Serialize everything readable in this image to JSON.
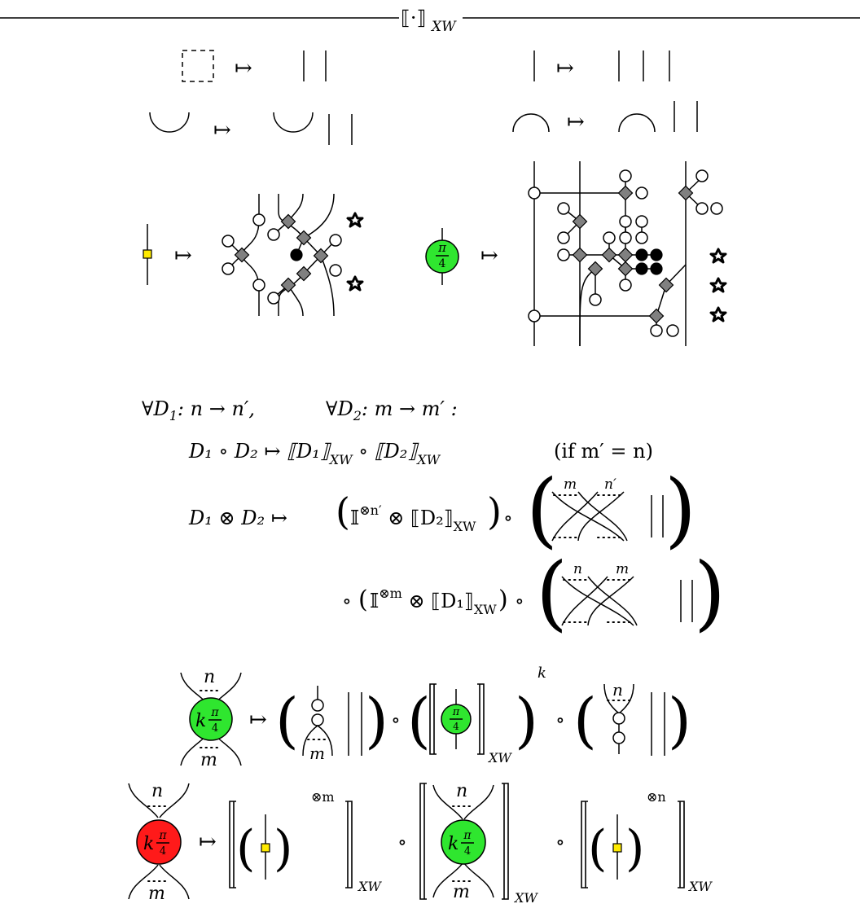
{
  "header": {
    "label": "⟦·⟧",
    "subscript": "XW"
  },
  "maps_to": "↦",
  "compose": "∘",
  "tensor": "⊗",
  "frac": {
    "num": "π",
    "den": "4",
    "k": "k"
  },
  "subscript_xw": "XW",
  "quantifier": {
    "forall_1": "∀D",
    "idx_1": "1",
    "type_1": ": n → n′,",
    "forall_2": "∀D",
    "idx_2": "2",
    "type_2": ": m → m′ :"
  },
  "rule_compose": {
    "lhs": "D₁ ∘ D₂ ↦ ⟦D₁⟧",
    "mid": " ∘ ⟦D₂⟧",
    "cond": "(if m′ = n)"
  },
  "rule_tensor": {
    "lhs": "D₁ ⊗ D₂ ↦",
    "id": "𝕀",
    "sup1": "⊗n′",
    "part1": " ⊗ ⟦D₂⟧",
    "sup2": "⊗m",
    "part2": " ⊗ ⟦D₁⟧",
    "swap1_top_left": "m",
    "swap1_top_right": "n′",
    "swap2_top_left": "n",
    "swap2_top_right": "m"
  },
  "spider_labels": {
    "n": "n",
    "m": "m",
    "power_k": "k",
    "tensor_m": "⊗m",
    "tensor_n": "⊗n"
  },
  "colors": {
    "green": "#2fe62f",
    "red": "#ff1a1a",
    "yellow": "#ffeb00",
    "gray": "#808080"
  }
}
